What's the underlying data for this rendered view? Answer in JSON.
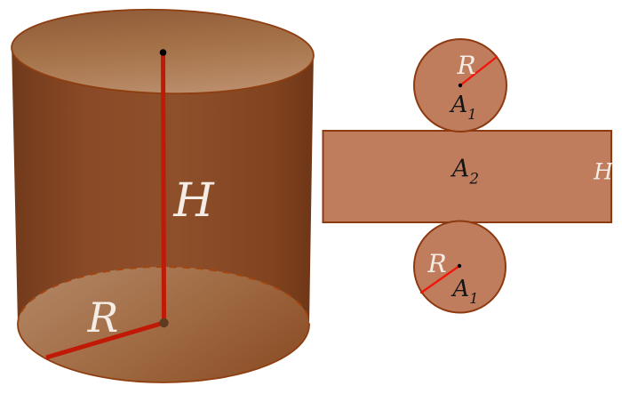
{
  "colors": {
    "background": "#ffffff",
    "net_fill": "#bf7d5e",
    "net_border": "#8e3a10",
    "red_bright": "#f2150a",
    "red_dark": "#c01a06",
    "outline": "#8f3e10",
    "dash": "#a3450f",
    "label_light": "#f5ece6",
    "label_dark": "#151515",
    "dot_dark": "#000000",
    "dot_maroon": "#5f3a20"
  },
  "cylinder": {
    "height_label": "H",
    "radius_label": "R"
  },
  "net": {
    "top_circle": {
      "radius_label": "R",
      "area_base": "A",
      "area_sub": "1"
    },
    "rectangle": {
      "area_base": "A",
      "area_sub": "2",
      "height_label": "H"
    },
    "bottom_circle": {
      "radius_label": "R",
      "area_base": "A",
      "area_sub": "1"
    }
  }
}
